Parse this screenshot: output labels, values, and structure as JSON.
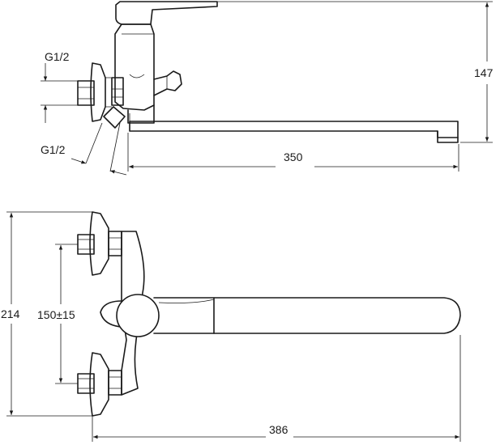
{
  "drawing": {
    "side_view": {
      "thread_top_label": "G1/2",
      "thread_bottom_label": "G1/2",
      "height_label": "147",
      "spout_length_label": "350"
    },
    "top_view": {
      "overall_height_label": "214",
      "centre_distance_label": "150±15",
      "overall_length_label": "386"
    },
    "colors": {
      "line": "#1a1a1a",
      "background": "#ffffff"
    }
  }
}
